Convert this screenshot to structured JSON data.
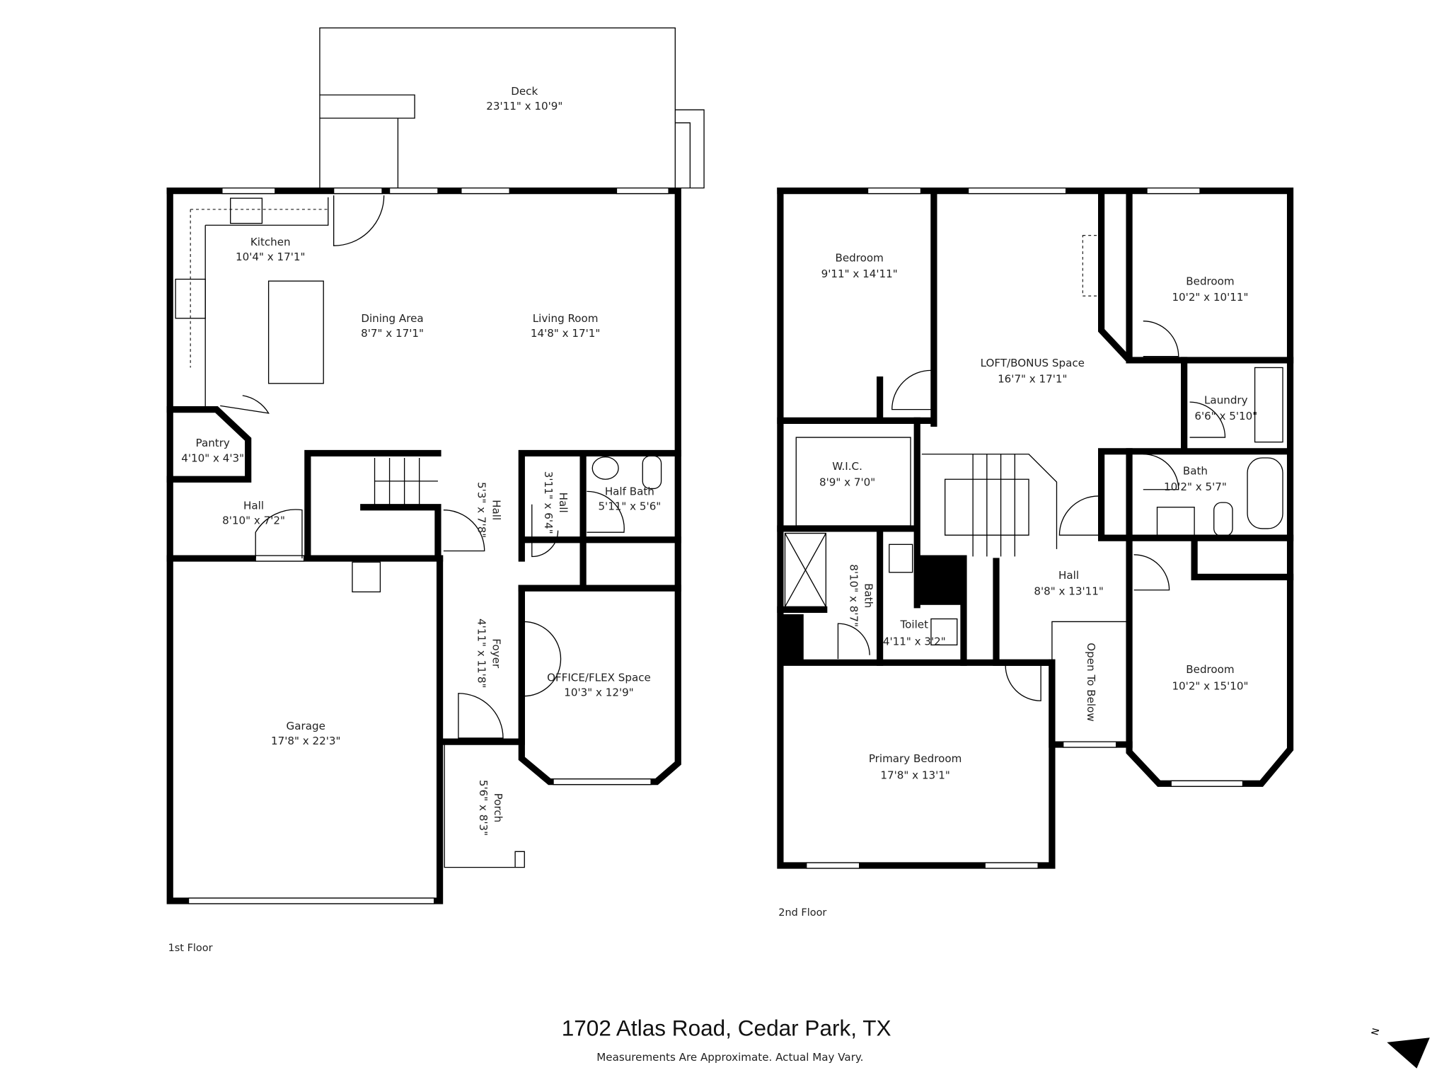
{
  "floor1": {
    "label": "1st Floor",
    "rooms": {
      "deck": {
        "name": "Deck",
        "dims": "23'11\" x 10'9\""
      },
      "kitchen": {
        "name": "Kitchen",
        "dims": "10'4\" x 17'1\""
      },
      "dining": {
        "name": "Dining Area",
        "dims": "8'7\" x 17'1\""
      },
      "living": {
        "name": "Living Room",
        "dims": "14'8\" x 17'1\""
      },
      "pantry": {
        "name": "Pantry",
        "dims": "4'10\" x 4'3\""
      },
      "hall_a": {
        "name": "Hall",
        "dims": "8'10\" x 7'2\""
      },
      "hall_b": {
        "name": "Hall",
        "dims": "5'3\" x 7'8\""
      },
      "hall_c": {
        "name": "Hall",
        "dims": "3'11\" x 6'4\""
      },
      "half_bath": {
        "name": "Half Bath",
        "dims": "5'11\" x 5'6\""
      },
      "foyer": {
        "name": "Foyer",
        "dims": "4'11\" x 11'8\""
      },
      "office": {
        "name": "OFFICE/FLEX Space",
        "dims": "10'3\" x 12'9\""
      },
      "garage": {
        "name": "Garage",
        "dims": "17'8\" x 22'3\""
      },
      "porch": {
        "name": "Porch",
        "dims": "5'6\" x 8'3\""
      }
    }
  },
  "floor2": {
    "label": "2nd Floor",
    "rooms": {
      "bedroom_nw": {
        "name": "Bedroom",
        "dims": "9'11\" x 14'11\""
      },
      "bedroom_ne": {
        "name": "Bedroom",
        "dims": "10'2\" x 10'11\""
      },
      "loft": {
        "name": "LOFT/BONUS Space",
        "dims": "16'7\" x 17'1\""
      },
      "laundry": {
        "name": "Laundry",
        "dims": "6'6\" x 5'10\""
      },
      "wic": {
        "name": "W.I.C.",
        "dims": "8'9\" x 7'0\""
      },
      "bath_hall": {
        "name": "Bath",
        "dims": "10'2\" x 5'7\""
      },
      "bath_primary": {
        "name": "Bath",
        "dims": "8'10\" x 8'7\""
      },
      "hall": {
        "name": "Hall",
        "dims": "8'8\" x 13'11\""
      },
      "toilet": {
        "name": "Toilet",
        "dims": "4'11\" x 3'2\""
      },
      "open_below": {
        "name": "Open To Below"
      },
      "bedroom_se": {
        "name": "Bedroom",
        "dims": "10'2\" x 15'10\""
      },
      "primary": {
        "name": "Primary Bedroom",
        "dims": "17'8\" x 13'1\""
      }
    }
  },
  "footer": {
    "address": "1702 Atlas Road, Cedar Park, TX",
    "disclaimer": "Measurements Are Approximate. Actual May Vary.",
    "compass_label": "N",
    "compass_icon": "north-arrow-icon"
  }
}
